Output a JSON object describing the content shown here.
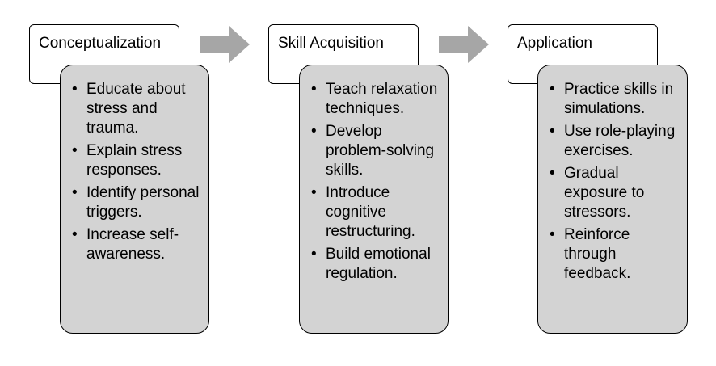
{
  "colors": {
    "box_fill": "#d3d3d3",
    "title_fill": "#ffffff",
    "border": "#000000",
    "arrow": "#a6a6a6"
  },
  "steps": [
    {
      "title": "Conceptualization",
      "items": [
        "Educate about stress and trauma.",
        "Explain stress responses.",
        "Identify personal triggers.",
        "Increase self-awareness."
      ]
    },
    {
      "title": "Skill Acquisition",
      "items": [
        "Teach relaxation techniques.",
        "Develop problem-solving skills.",
        "Introduce cognitive restructuring.",
        "Build emotional regulation."
      ]
    },
    {
      "title": "Application",
      "items": [
        "Practice skills in simulations.",
        "Use role-playing exercises.",
        "Gradual exposure to stressors.",
        "Reinforce through feedback."
      ]
    }
  ]
}
